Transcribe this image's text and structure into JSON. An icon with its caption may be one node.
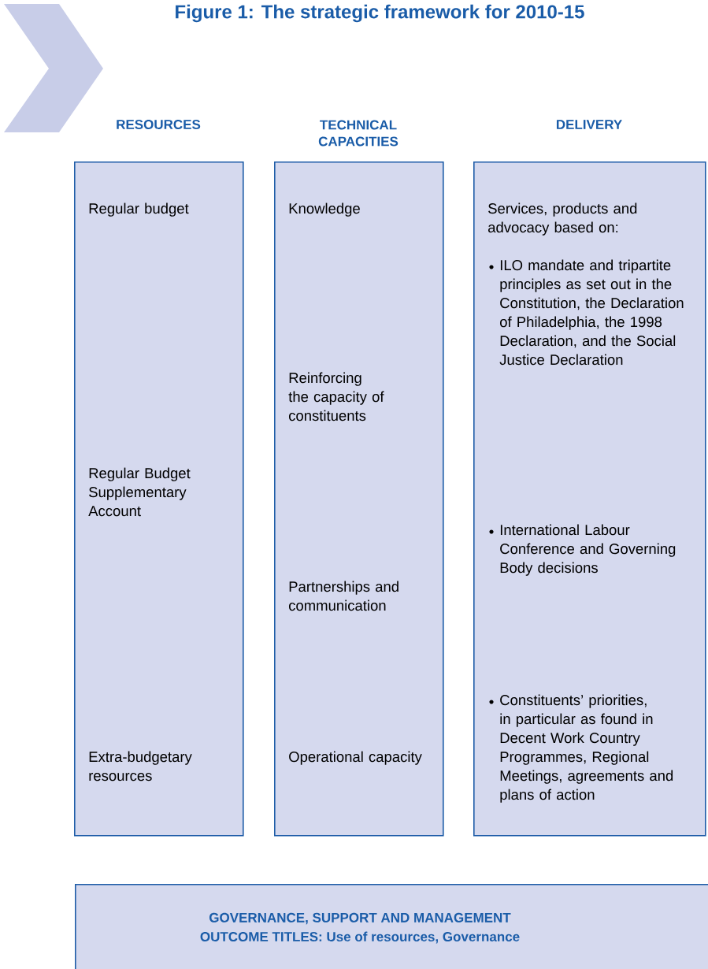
{
  "diagram": {
    "title": "Figure 1: The strategic framework for 2010-15",
    "nodes": [
      {
        "text": [
          "RESOURCES",
          "Regular budget",
          "Regular Budget Supplementary Account",
          "Extra-budgetary resources"
        ]
      },
      {
        "text": [
          "TECHNICAL CAPACITIES",
          "Knowledge",
          "Reinforcing the capacity of constituents",
          "Partnerships and communication",
          "Operational capacity"
        ]
      },
      {
        "text": [
          "DELIVERY",
          "Services, products and advocacy based on:",
          "ILO mandate and tripartite principles as set out in the Constitution, the Declaration of Philadelphia, the 1998 Declaration, and the Social Justice Declaration",
          "International Labour Conference and Governing Body decisions",
          "Constituents’ priorities, in particular as found in Decent Work Country Programmes, Regional Meetings, agreements and plans of action"
        ]
      },
      {
        "text": [
          "GOVERNANCE, SUPPORT AND MANAGEMENT",
          "OUTCOME TITLES: Use of resources, Governance"
        ]
      }
    ]
  }
}
